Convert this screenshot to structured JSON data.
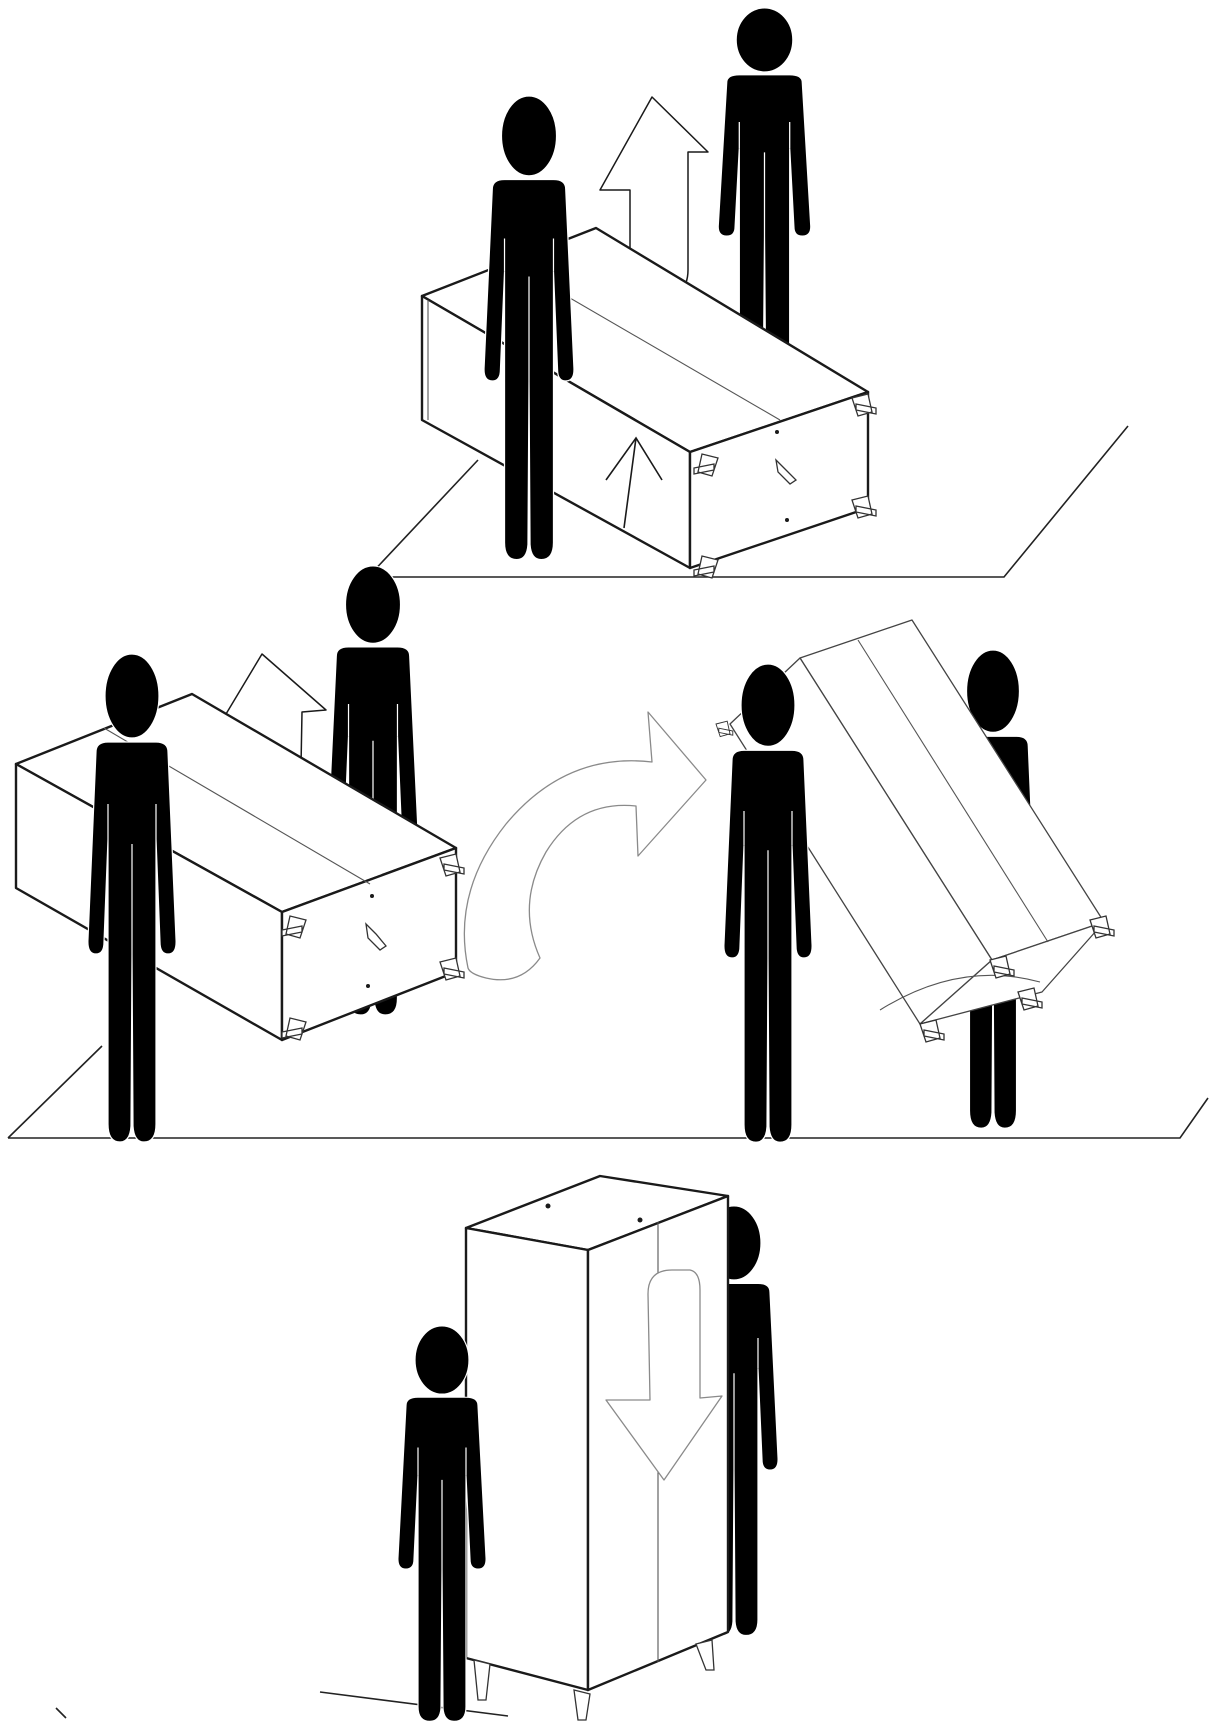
{
  "figure": {
    "panels": [
      {
        "key": "lift",
        "arrow": "up-arrow"
      },
      {
        "key": "rotate",
        "arrow": "curved-arrow"
      },
      {
        "key": "lower",
        "arrow": "down-arrow"
      }
    ],
    "colors": {
      "silhouette": "#000000",
      "line": "#1a1a1a",
      "background": "#ffffff",
      "arrow_light": "#8a8a8a"
    }
  }
}
